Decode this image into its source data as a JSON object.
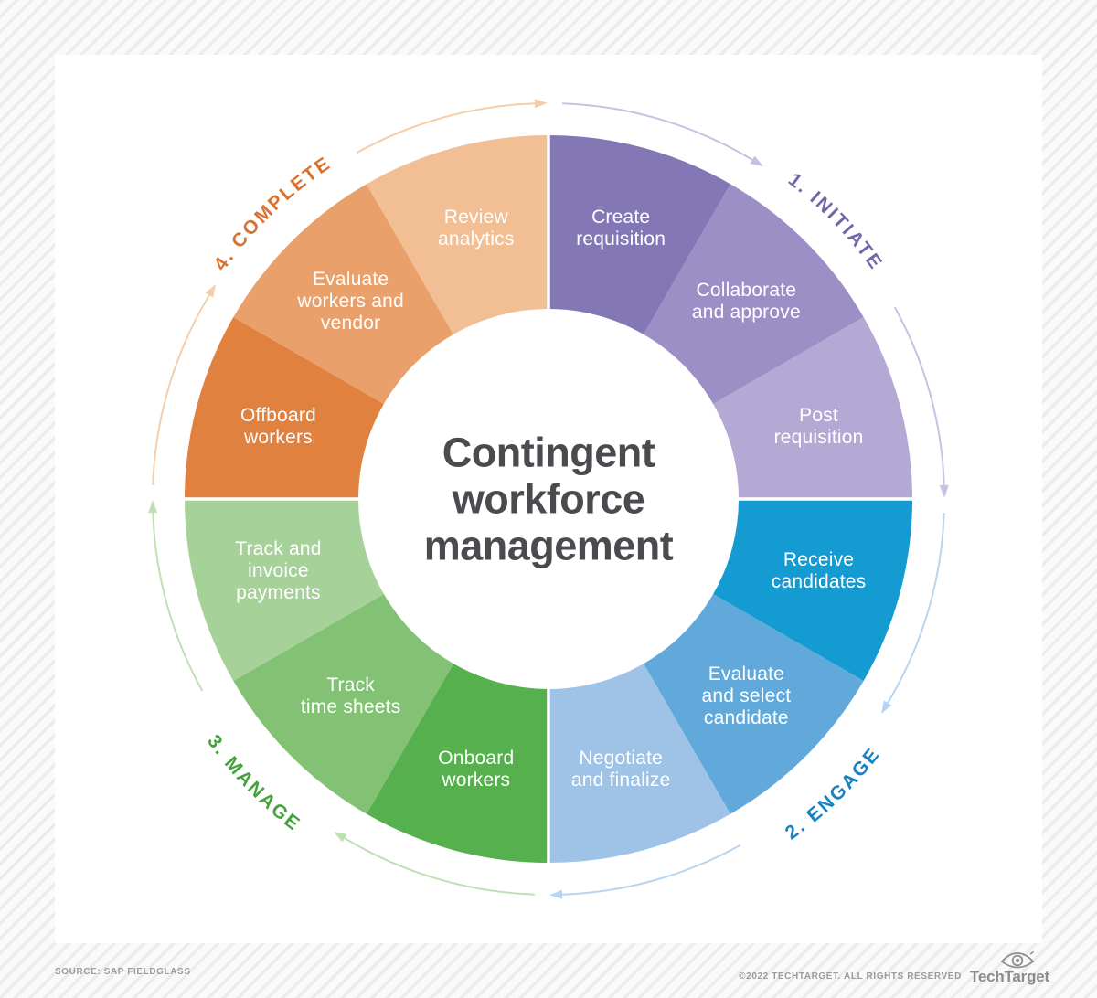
{
  "page": {
    "background_stripe_color": "#ececec",
    "background_base_color": "#fafafa",
    "card_color": "#ffffff"
  },
  "wheel": {
    "center_title": "Contingent\nworkforce\nmanagement",
    "center_title_color": "#4a4a4f",
    "divider_color": "#ffffff",
    "phases": [
      {
        "label": "1. INITIATE",
        "label_color": "#7466ab",
        "arrow_color": "#c9c1e3",
        "segments": [
          {
            "label": "Create\nrequisition",
            "color": "#8477b6"
          },
          {
            "label": "Collaborate\nand approve",
            "color": "#9c8fc5"
          },
          {
            "label": "Post\nrequisition",
            "color": "#b4a8d5"
          }
        ]
      },
      {
        "label": "2. ENGAGE",
        "label_color": "#1583c5",
        "arrow_color": "#b7d5f0",
        "segments": [
          {
            "label": "Receive\ncandidates",
            "color": "#149bd1"
          },
          {
            "label": "Evaluate\nand select\ncandidate",
            "color": "#62a9db"
          },
          {
            "label": "Negotiate\nand finalize",
            "color": "#9ec3e7"
          }
        ]
      },
      {
        "label": "3. MANAGE",
        "label_color": "#44a43c",
        "arrow_color": "#bfe0b5",
        "segments": [
          {
            "label": "Onboard\nworkers",
            "color": "#56b04d"
          },
          {
            "label": "Track\ntime sheets",
            "color": "#83c275"
          },
          {
            "label": "Track and\ninvoice\npayments",
            "color": "#a6d199"
          }
        ]
      },
      {
        "label": "4. COMPLETE",
        "label_color": "#d8722e",
        "arrow_color": "#f4ceac",
        "segments": [
          {
            "label": "Offboard\nworkers",
            "color": "#e0813f"
          },
          {
            "label": "Evaluate\nworkers and\nvendor",
            "color": "#e9a06a"
          },
          {
            "label": "Review\nanalytics",
            "color": "#f1bf93"
          }
        ]
      }
    ]
  },
  "footer": {
    "source": "SOURCE: SAP FIELDGLASS",
    "copyright": "©2022 TECHTARGET. ALL RIGHTS RESERVED",
    "logo_text": "TechTarget",
    "text_color": "#9b9b9b"
  }
}
